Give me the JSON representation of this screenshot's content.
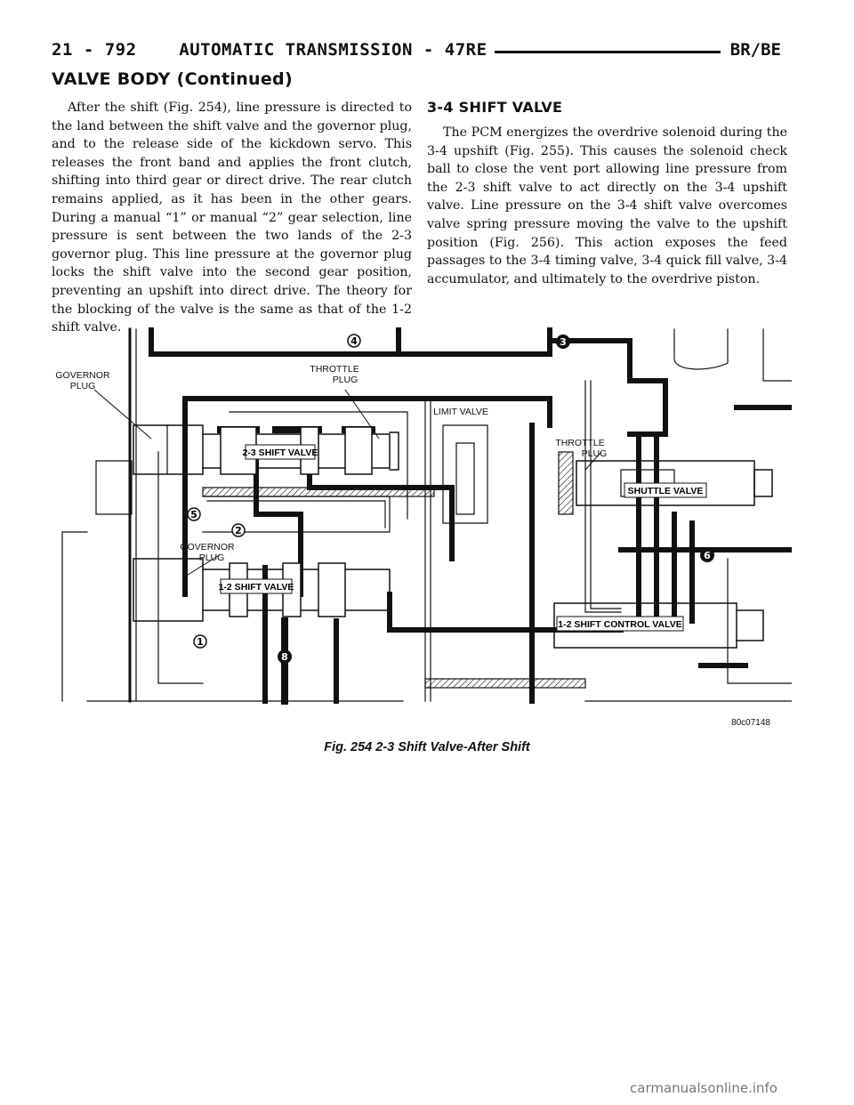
{
  "header": {
    "page_ref": "21 - 792",
    "title": "AUTOMATIC TRANSMISSION - 47RE",
    "model": "BR/BE"
  },
  "section_title": "VALVE BODY (Continued)",
  "left_column": {
    "paragraph": "After the shift (Fig. 254), line pressure is directed to the land between the shift valve and the governor plug, and to the release side of the kickdown servo. This releases the front band and applies the front clutch, shifting into third gear or direct drive. The rear clutch remains applied, as it has been in the other gears. During a manual “1” or manual “2” gear selection, line pressure is sent between the two lands of the 2-3 governor plug. This line pressure at the governor plug locks the shift valve into the second gear position, preventing an upshift into direct drive. The theory for the blocking of the valve is the same as that of the 1-2 shift valve."
  },
  "right_column": {
    "heading": "3-4 SHIFT VALVE",
    "paragraph": "The PCM energizes the overdrive solenoid during the 3-4 upshift (Fig. 255). This causes the solenoid check ball to close the vent port allowing line pressure from the 2-3 shift valve to act directly on the 3-4 upshift valve. Line pressure on the 3-4 shift valve overcomes valve spring pressure moving the valve to the upshift position (Fig. 256). This action exposes the feed passages to the 3-4 timing valve, 3-4 quick fill valve, 3-4 accumulator, and ultimately to the overdrive piston."
  },
  "figure": {
    "labels": {
      "governor_plug_top": [
        "GOVERNOR",
        "PLUG"
      ],
      "throttle_plug_top": [
        "THROTTLE",
        "PLUG"
      ],
      "shift_valve_23": "2-3 SHIFT VALVE",
      "limit_valve": "LIMIT VALVE",
      "throttle_plug_right": [
        "THROTTLE",
        "PLUG"
      ],
      "shuttle_valve": "SHUTTLE VALVE",
      "governor_plug_lower": [
        "GOVERNOR",
        "PLUG"
      ],
      "shift_valve_12": "1-2 SHIFT VALVE",
      "shift_control_valve_12": "1-2 SHIFT CONTROL VALVE"
    },
    "check_balls": [
      "1",
      "2",
      "3",
      "4",
      "5",
      "6",
      "8"
    ],
    "figure_id": "80c07148"
  },
  "caption": "Fig. 254 2-3 Shift Valve-After Shift",
  "watermark": "carmanualsonline.info"
}
